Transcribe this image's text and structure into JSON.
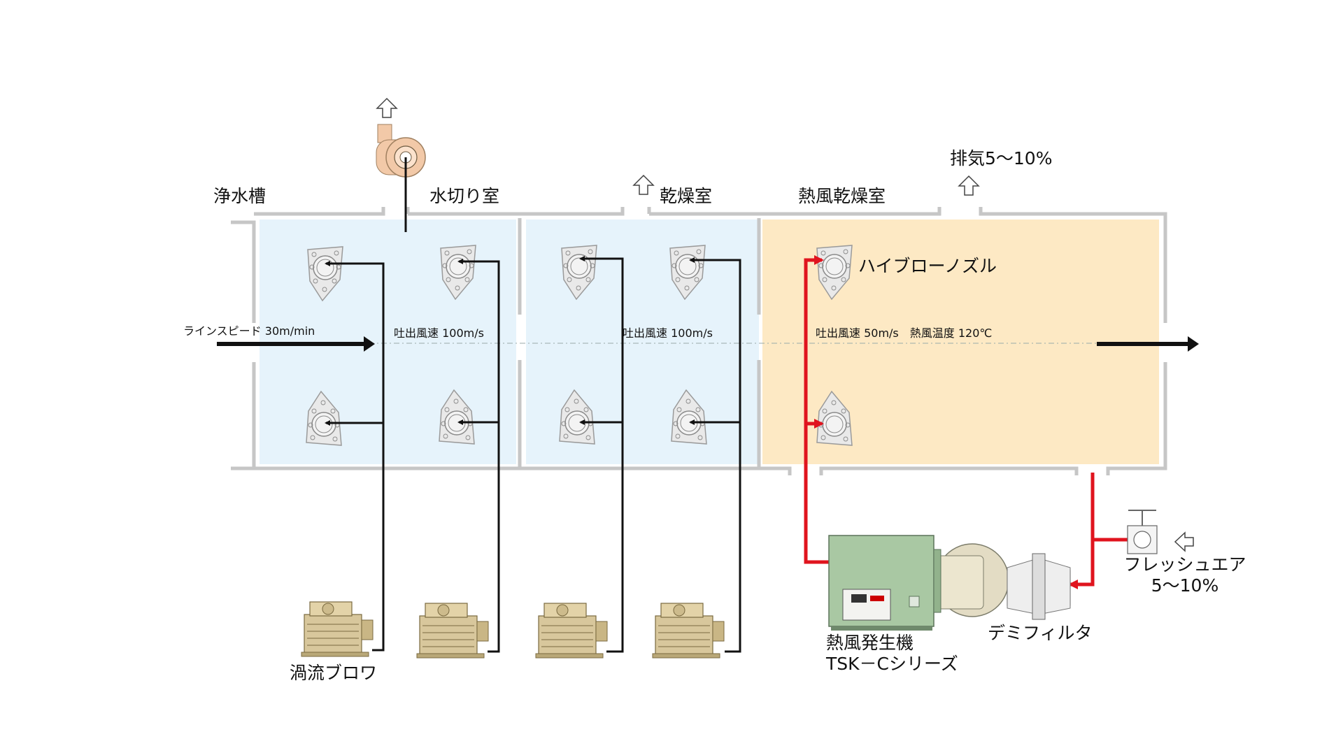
{
  "sections": {
    "clean_water_tank": "浄水槽",
    "drain_room": "水切り室",
    "drying_room": "乾燥室",
    "hot_air_drying_room": "熱風乾燥室"
  },
  "exhaust": {
    "label": "排気5〜10%"
  },
  "line_speed": "ラインスピード 30m/min",
  "readings": {
    "outlet_speed_drain": "吐出風速 100m/s",
    "outlet_speed_drying": "吐出風速 100m/s",
    "outlet_speed_hot_and_temp": "吐出風速 50m/s　熱風温度 120℃"
  },
  "components": {
    "high_blow_nozzle": "ハイブローノズル",
    "vortex_blower": "渦流ブロワ",
    "hot_air_generator": [
      "熱風発生機",
      "TSK－Cシリーズ"
    ],
    "demister_filter": "デミフィルタ",
    "fresh_air": [
      "フレッシュエア",
      "5〜10%"
    ]
  },
  "colors": {
    "cold_zone_fill": "#e6f3fb",
    "hot_zone_fill": "#fde9c4",
    "wall": "#c7c7c7",
    "hot_pipe": "#e0141e",
    "air_pipe": "#111111",
    "generator_body": "#a9c8a3",
    "blower_body": "#d9c9a0",
    "fan_body": "#f2c9a8"
  },
  "icons": [
    "up-arrow-icon",
    "right-arrow-icon",
    "left-arrow-icon",
    "nozzle-icon",
    "blower-icon",
    "fan-icon",
    "generator-icon",
    "filter-icon",
    "valve-icon"
  ]
}
